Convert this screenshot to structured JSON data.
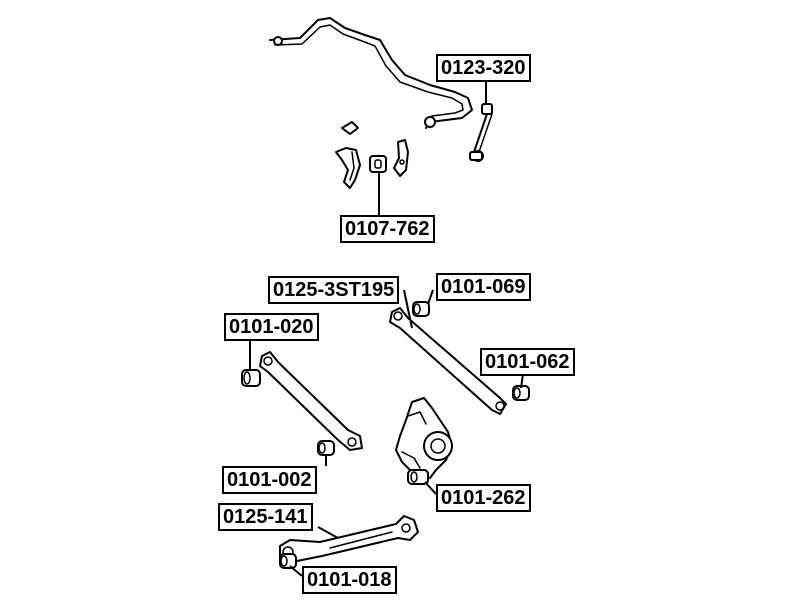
{
  "diagram": {
    "labels": {
      "stabilizer_link": "0123-320",
      "stabilizer_bushing": "0107-762",
      "arm_upper_long": "0125-3ST195",
      "bushing_upper_left": "0101-069",
      "bushing_arm_left": "0101-020",
      "bushing_upper_right": "0101-062",
      "bushing_arm_left_lower": "0101-002",
      "bushing_knuckle": "0101-262",
      "arm_lower": "0125-141",
      "bushing_lower": "0101-018"
    }
  }
}
